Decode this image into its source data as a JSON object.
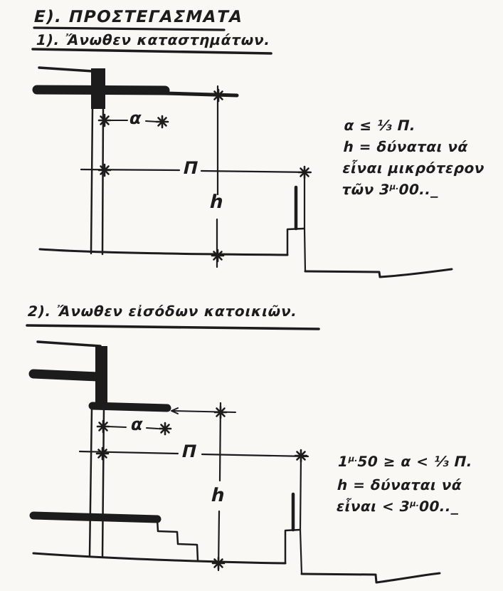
{
  "page": {
    "colors": {
      "ink": "#1c1c1c",
      "paper": "#f9f8f4"
    }
  },
  "title": "Ε). ΠΡΟΣΤΕΓΑΣΜΑΤΑ",
  "dimension_labels": {
    "a": "α",
    "pi": "Π",
    "h": "h"
  },
  "sections": [
    {
      "heading": "1). Ἄνωθεν καταστημάτων.",
      "note": {
        "line1": "α ≤ ⅓ Π.",
        "line2": "h = δύναται νά",
        "line3": "εἶναι μικρότερον",
        "line4_pre": "τῶν 3",
        "line4_sup": "μ.",
        "line4_post": "00.._"
      }
    },
    {
      "heading": "2). Ἄνωθεν εἰσόδων κατοικιῶν.",
      "note": {
        "line1_pre": "1",
        "line1_sup": "μ.",
        "line1_post": "50 ≥ α < ⅓ Π.",
        "line2": "h = δύναται νά",
        "line3_pre": "εἶναι < 3",
        "line3_sup": "μ.",
        "line3_post": "00.._"
      }
    }
  ]
}
